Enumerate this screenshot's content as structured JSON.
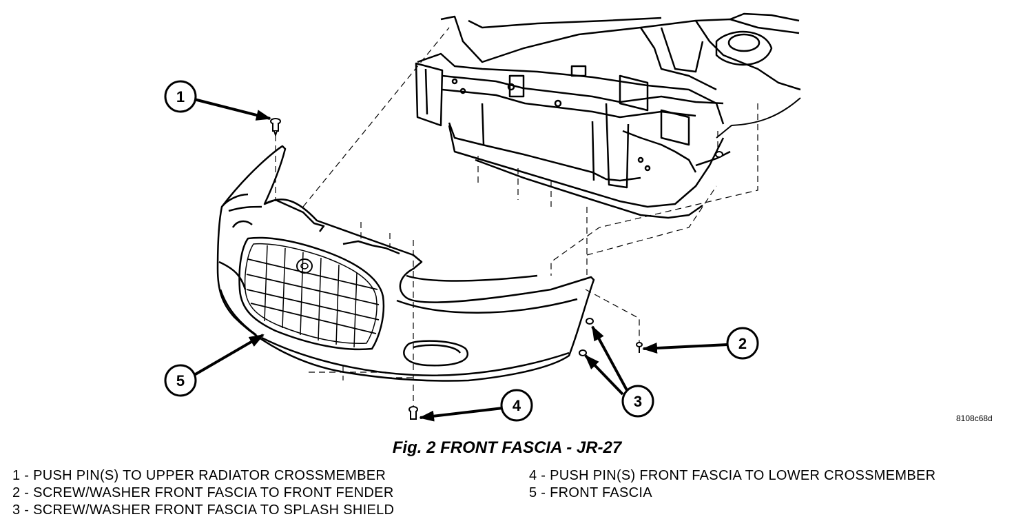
{
  "figure": {
    "id_code": "8108c68d",
    "caption": "Fig. 2 FRONT FASCIA - JR-27"
  },
  "callouts": [
    "1",
    "2",
    "3",
    "3",
    "4",
    "5"
  ],
  "legend": {
    "left": [
      "1 - PUSH PIN(S) TO UPPER RADIATOR CROSSMEMBER",
      "2 - SCREW/WASHER FRONT FASCIA TO FRONT FENDER",
      "3 - SCREW/WASHER FRONT FASCIA TO SPLASH SHIELD"
    ],
    "right": [
      "4 - PUSH PIN(S) FRONT FASCIA TO LOWER CROSSMEMBER",
      "5 - FRONT FASCIA"
    ]
  }
}
